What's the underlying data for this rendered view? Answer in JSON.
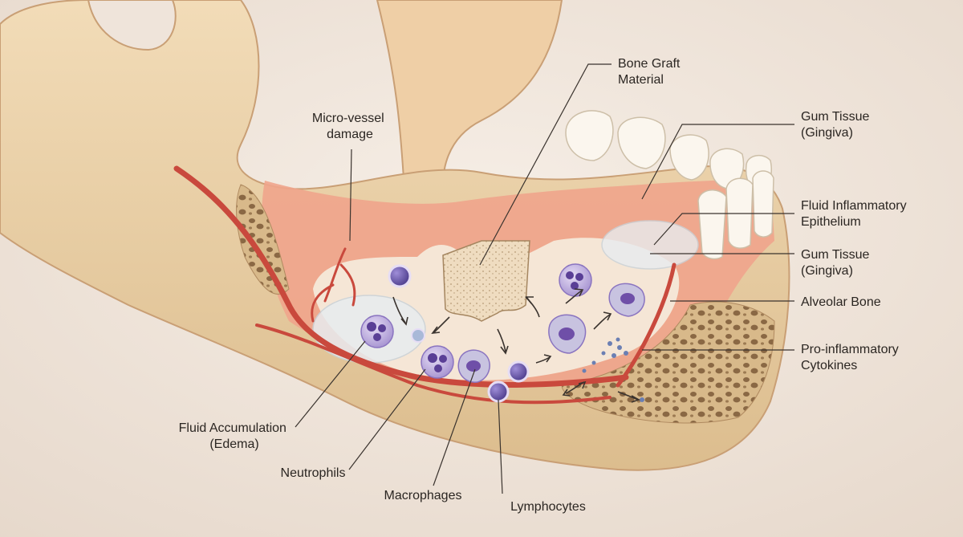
{
  "labels": {
    "bone_graft": [
      "Bone Graft",
      "Material"
    ],
    "micro_vessel": [
      "Micro-vessel",
      "damage"
    ],
    "gum_tissue_top": [
      "Gum Tissue",
      "(Gingiva)"
    ],
    "fluid_epithelium": [
      "Fluid Inflammatory",
      "Epithelium"
    ],
    "gum_tissue_mid": [
      "Gum Tissue",
      "(Gingiva)"
    ],
    "alveolar_bone": [
      "Alveolar Bone"
    ],
    "cytokines": [
      "Pro-inflammatory",
      "Cytokines"
    ],
    "fluid_accumulation": [
      "Fluid Accumulation",
      "(Edema)"
    ],
    "neutrophils": [
      "Neutrophils"
    ],
    "macrophages": [
      "Macrophages"
    ],
    "lymphocytes": [
      "Lymphocytes"
    ]
  },
  "colors": {
    "background": "#efe4da",
    "bone": "#ecd3ab",
    "gum": "#f0a48c",
    "vessel": "#c9493d",
    "cell": "#7a5fb3",
    "fluid": "#e8ecef"
  }
}
